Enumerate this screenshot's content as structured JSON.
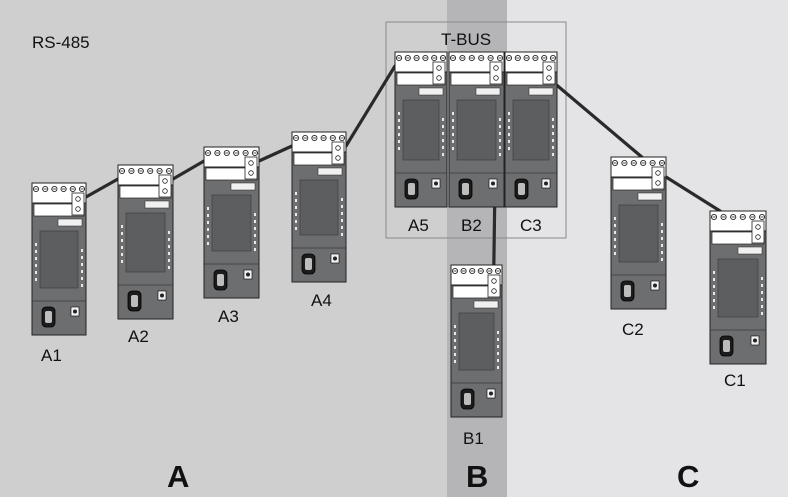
{
  "diagram": {
    "top_left_label": "RS-485",
    "group_label": "T-BUS",
    "zones": [
      {
        "id": "A",
        "label": "A",
        "color": "#cfcfd0"
      },
      {
        "id": "B",
        "label": "B",
        "color": "#b5b5b7"
      },
      {
        "id": "C",
        "label": "C",
        "color": "#e4e4e6"
      }
    ],
    "modules": [
      {
        "id": "A1",
        "label": "A1"
      },
      {
        "id": "A2",
        "label": "A2"
      },
      {
        "id": "A3",
        "label": "A3"
      },
      {
        "id": "A4",
        "label": "A4"
      },
      {
        "id": "A5",
        "label": "A5"
      },
      {
        "id": "B2",
        "label": "B2"
      },
      {
        "id": "C3",
        "label": "C3"
      },
      {
        "id": "B1",
        "label": "B1"
      },
      {
        "id": "C2",
        "label": "C2"
      },
      {
        "id": "C1",
        "label": "C1"
      }
    ],
    "connections": [
      {
        "from": "A1",
        "to": "A2"
      },
      {
        "from": "A2",
        "to": "A3"
      },
      {
        "from": "A3",
        "to": "A4"
      },
      {
        "from": "A4",
        "to": "A5"
      },
      {
        "from": "B2",
        "to": "B1"
      },
      {
        "from": "C3",
        "to": "C2"
      },
      {
        "from": "C2",
        "to": "C1"
      }
    ],
    "module_colors": {
      "body": "#6d6e70",
      "outline": "#222222",
      "panel": "#ffffff"
    }
  }
}
